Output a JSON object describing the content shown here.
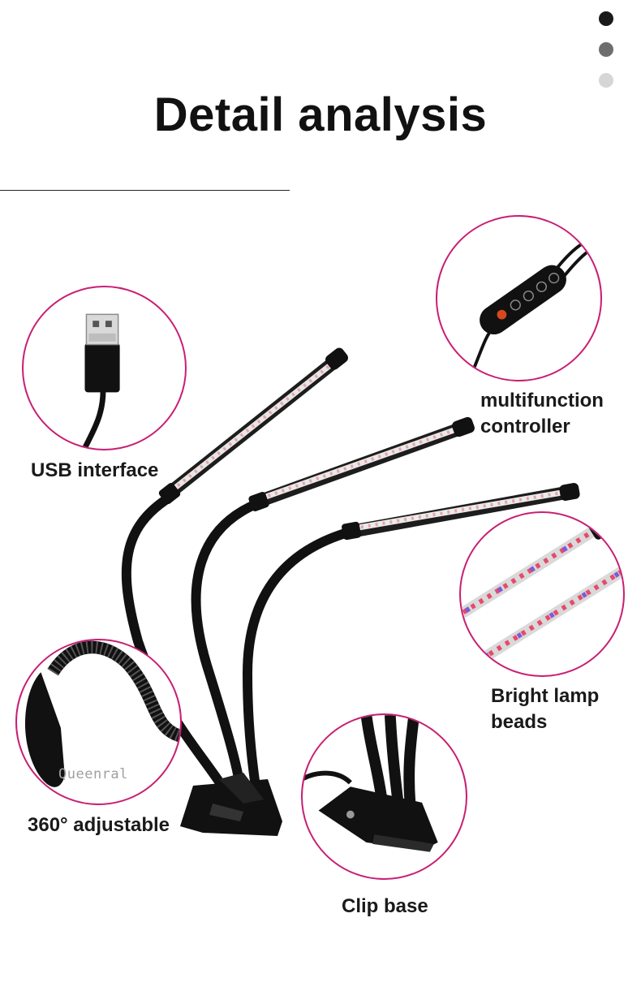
{
  "title": "Detail analysis",
  "pager": {
    "count": 3,
    "active": 1
  },
  "labels": {
    "usb": "USB interface",
    "controller_line1": "multifunction",
    "controller_line2": "controller",
    "beads_line1": "Bright lamp",
    "beads_line2": "beads",
    "adjustable": "360° adjustable",
    "clip": "Clip base"
  },
  "watermark": "Queenral",
  "colors": {
    "accent_ring": "#c81f73",
    "lamp_body": "#111111",
    "led_red": "#e84a6a",
    "led_blue": "#7a5cd8"
  }
}
